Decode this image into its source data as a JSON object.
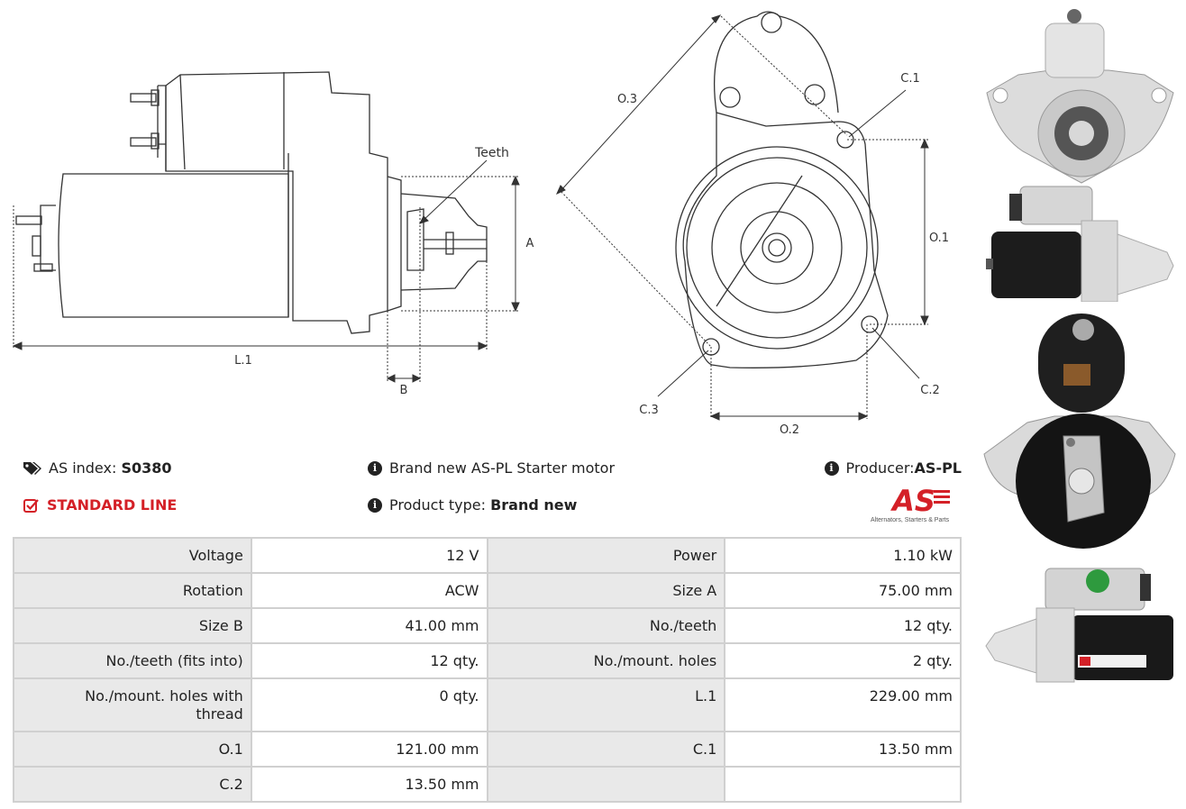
{
  "diagram": {
    "side_labels": {
      "teeth": "Teeth",
      "a": "A",
      "b": "B",
      "l1": "L.1"
    },
    "front_labels": {
      "o3": "O.3",
      "o1": "O.1",
      "o2": "O.2",
      "c1": "C.1",
      "c2": "C.2",
      "c3": "C.3"
    }
  },
  "header": {
    "as_index_label": "AS index:",
    "as_index_value": "S0380",
    "line_label": "STANDARD LINE",
    "description": "Brand new AS-PL Starter motor",
    "product_type_label": "Product type:",
    "product_type_value": "Brand new",
    "producer_label": "Producer:",
    "producer_value": "AS-PL",
    "logo_text": "AS",
    "logo_tagline": "Alternators, Starters & Parts"
  },
  "specs": [
    [
      "Voltage",
      "12 V",
      "Power",
      "1.10 kW"
    ],
    [
      "Rotation",
      "ACW",
      "Size A",
      "75.00 mm"
    ],
    [
      "Size B",
      "41.00 mm",
      "No./teeth",
      "12 qty."
    ],
    [
      "No./teeth (fits into)",
      "12 qty.",
      "No./mount. holes",
      "2 qty."
    ],
    [
      "No./mount. holes with thread",
      "0 qty.",
      "L.1",
      "229.00 mm"
    ],
    [
      "O.1",
      "121.00 mm",
      "C.1",
      "13.50 mm"
    ],
    [
      "C.2",
      "13.50 mm",
      "",
      ""
    ]
  ],
  "colors": {
    "accent_red": "#d42027",
    "table_border": "#d0d0d0",
    "key_bg": "#e9e9e9"
  }
}
